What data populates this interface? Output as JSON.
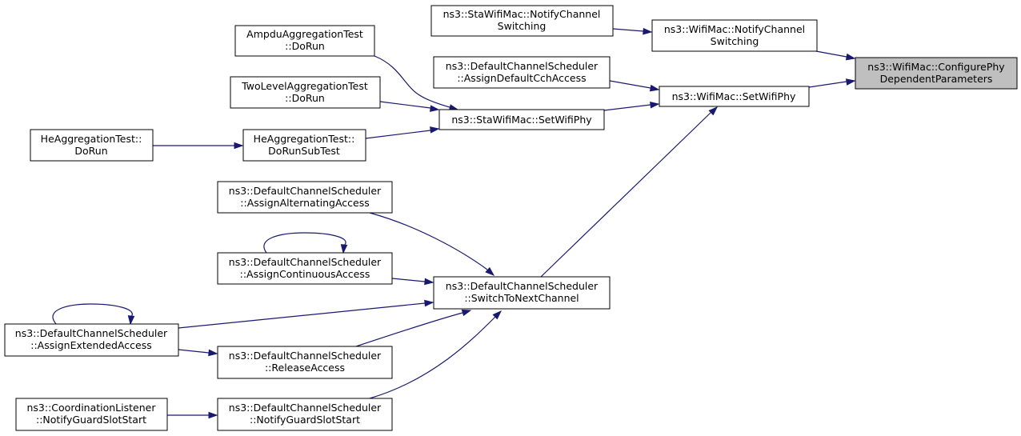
{
  "colors": {
    "edge": "#191970",
    "node_fill": "#ffffff",
    "root_fill": "#bfbfbf",
    "border": "#000000"
  },
  "nodes": {
    "configure_phy": {
      "line1": "ns3::WifiMac::ConfigurePhy",
      "line2": "DependentParameters"
    },
    "wifimac_notify": {
      "line1": "ns3::WifiMac::NotifyChannel",
      "line2": "Switching"
    },
    "sta_notify": {
      "line1": "ns3::StaWifiMac::NotifyChannel",
      "line2": "Switching"
    },
    "wifimac_setphy": {
      "line1": "ns3::WifiMac::SetWifiPhy"
    },
    "assign_cch": {
      "line1": "ns3::DefaultChannelScheduler",
      "line2": "::AssignDefaultCchAccess"
    },
    "sta_setphy": {
      "line1": "ns3::StaWifiMac::SetWifiPhy"
    },
    "switch_next": {
      "line1": "ns3::DefaultChannelScheduler",
      "line2": "::SwitchToNextChannel"
    },
    "ampdu": {
      "line1": "AmpduAggregationTest",
      "line2": "::DoRun"
    },
    "twolevel": {
      "line1": "TwoLevelAggregationTest",
      "line2": "::DoRun"
    },
    "he_subtest": {
      "line1": "HeAggregationTest::",
      "line2": "DoRunSubTest"
    },
    "he_dorun": {
      "line1": "HeAggregationTest::",
      "line2": "DoRun"
    },
    "assign_alt": {
      "line1": "ns3::DefaultChannelScheduler",
      "line2": "::AssignAlternatingAccess"
    },
    "assign_cont": {
      "line1": "ns3::DefaultChannelScheduler",
      "line2": "::AssignContinuousAccess"
    },
    "assign_ext": {
      "line1": "ns3::DefaultChannelScheduler",
      "line2": "::AssignExtendedAccess"
    },
    "release": {
      "line1": "ns3::DefaultChannelScheduler",
      "line2": "::ReleaseAccess"
    },
    "guard_sched": {
      "line1": "ns3::DefaultChannelScheduler",
      "line2": "::NotifyGuardSlotStart"
    },
    "guard_listener": {
      "line1": "ns3::CoordinationListener",
      "line2": "::NotifyGuardSlotStart"
    }
  },
  "edges": [
    {
      "from": "wifimac_notify",
      "to": "configure_phy"
    },
    {
      "from": "wifimac_setphy",
      "to": "configure_phy"
    },
    {
      "from": "sta_notify",
      "to": "wifimac_notify"
    },
    {
      "from": "assign_cch",
      "to": "wifimac_setphy"
    },
    {
      "from": "sta_setphy",
      "to": "wifimac_setphy"
    },
    {
      "from": "switch_next",
      "to": "wifimac_setphy"
    },
    {
      "from": "ampdu",
      "to": "sta_setphy"
    },
    {
      "from": "twolevel",
      "to": "sta_setphy"
    },
    {
      "from": "he_subtest",
      "to": "sta_setphy"
    },
    {
      "from": "he_dorun",
      "to": "he_subtest"
    },
    {
      "from": "assign_alt",
      "to": "switch_next"
    },
    {
      "from": "assign_cont",
      "to": "switch_next"
    },
    {
      "from": "assign_cont",
      "to": "assign_cont"
    },
    {
      "from": "assign_ext",
      "to": "switch_next"
    },
    {
      "from": "assign_ext",
      "to": "assign_ext"
    },
    {
      "from": "assign_ext",
      "to": "release"
    },
    {
      "from": "release",
      "to": "switch_next"
    },
    {
      "from": "guard_sched",
      "to": "switch_next"
    },
    {
      "from": "guard_listener",
      "to": "guard_sched"
    }
  ]
}
